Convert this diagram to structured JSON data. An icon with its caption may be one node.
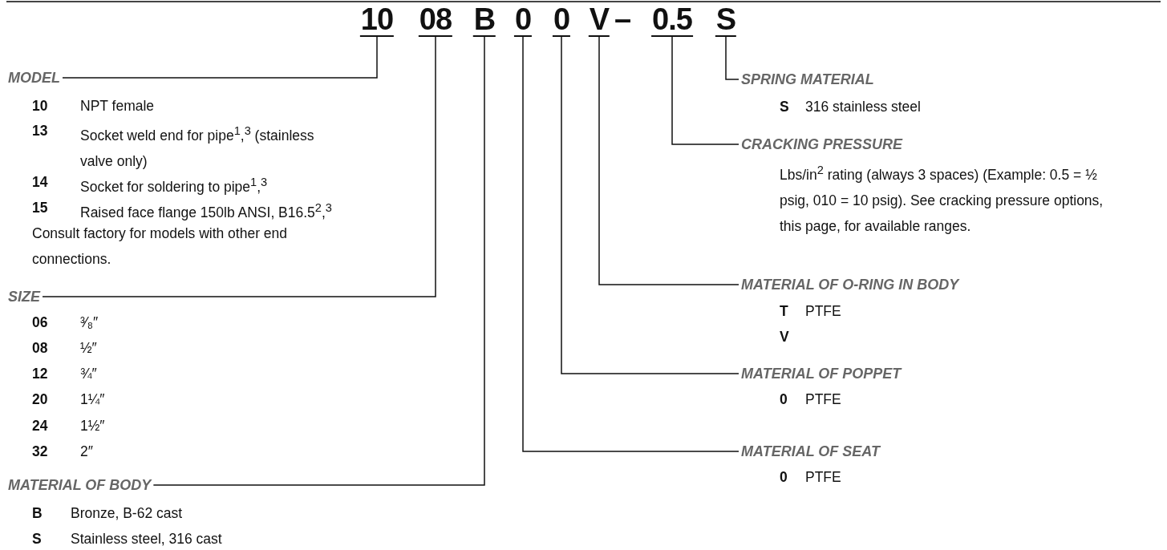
{
  "diagram": {
    "nodes": [
      {
        "text": [
          "10"
        ]
      },
      {
        "text": [
          "08"
        ]
      },
      {
        "text": [
          "B"
        ]
      },
      {
        "text": [
          "0"
        ]
      },
      {
        "text": [
          "0"
        ]
      },
      {
        "text": [
          "V"
        ]
      },
      {
        "text": [
          "0.5"
        ]
      },
      {
        "text": [
          "S"
        ]
      },
      {
        "text": [
          "MODEL"
        ]
      },
      {
        "text": [
          "SIZE"
        ]
      },
      {
        "text": [
          "MATERIAL OF BODY"
        ]
      },
      {
        "text": [
          "SPRING MATERIAL"
        ]
      },
      {
        "text": [
          "CRACKING PRESSURE"
        ]
      },
      {
        "text": [
          "MATERIAL OF O-RING IN BODY"
        ]
      },
      {
        "text": [
          "MATERIAL OF POPPET"
        ]
      },
      {
        "text": [
          "MATERIAL OF SEAT"
        ]
      }
    ],
    "edges": [
      {
        "from": 0,
        "to": 8,
        "arrow": "none"
      },
      {
        "from": 1,
        "to": 9,
        "arrow": "none"
      },
      {
        "from": 2,
        "to": 10,
        "arrow": "none"
      },
      {
        "from": 7,
        "to": 11,
        "arrow": "none"
      },
      {
        "from": 6,
        "to": 12,
        "arrow": "none"
      },
      {
        "from": 5,
        "to": 13,
        "arrow": "none"
      },
      {
        "from": 4,
        "to": 14,
        "arrow": "none"
      },
      {
        "from": 3,
        "to": 15,
        "arrow": "none"
      }
    ],
    "labels": [
      "–",
      "10",
      "NPT female",
      "13",
      "Socket weld end for pipe$^{1}$,$^{3}$ (stainless valve only)",
      "14",
      "Socket for soldering to pipe$^{1}$,$^{3}$",
      "15",
      "Raised face flange 150lb ANSI, B16.5$^{2}$,$^{3}$",
      "Consult factory for models with other end connections.",
      "06",
      "³⁄₈″",
      "08",
      "½″",
      "12",
      "¾″",
      "20",
      "1¼″",
      "24",
      "1½″",
      "32",
      "2″",
      "B",
      "Bronze, B-62 cast",
      "S",
      "Stainless steel, 316 cast",
      "S",
      "316 stainless steel",
      "Lbs/in$^{2}$ rating (always 3 spaces) (Example: 0.5 = ½ psig, 010 = 10 psig). See cracking pressure options, this page, for available ranges.",
      "T",
      "PTFE",
      "V",
      "0",
      "PTFE",
      "0",
      "PTFE"
    ]
  }
}
